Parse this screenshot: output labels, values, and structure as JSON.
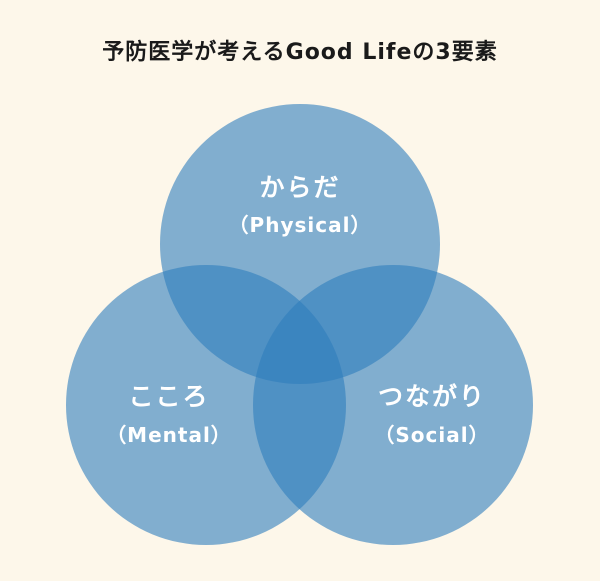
{
  "title": "予防医学が考えるGood Lifeの3要素",
  "circles": [
    {
      "label": "からだ",
      "sublabel": "（Physical）"
    },
    {
      "label": "こころ",
      "sublabel": "（Mental）"
    },
    {
      "label": "つながり",
      "sublabel": "（Social）"
    }
  ],
  "colors": {
    "background": "#fdf7ea",
    "circle_fill": "#2f7dbc",
    "text": "#ffffff",
    "title": "#1a1a1a"
  }
}
